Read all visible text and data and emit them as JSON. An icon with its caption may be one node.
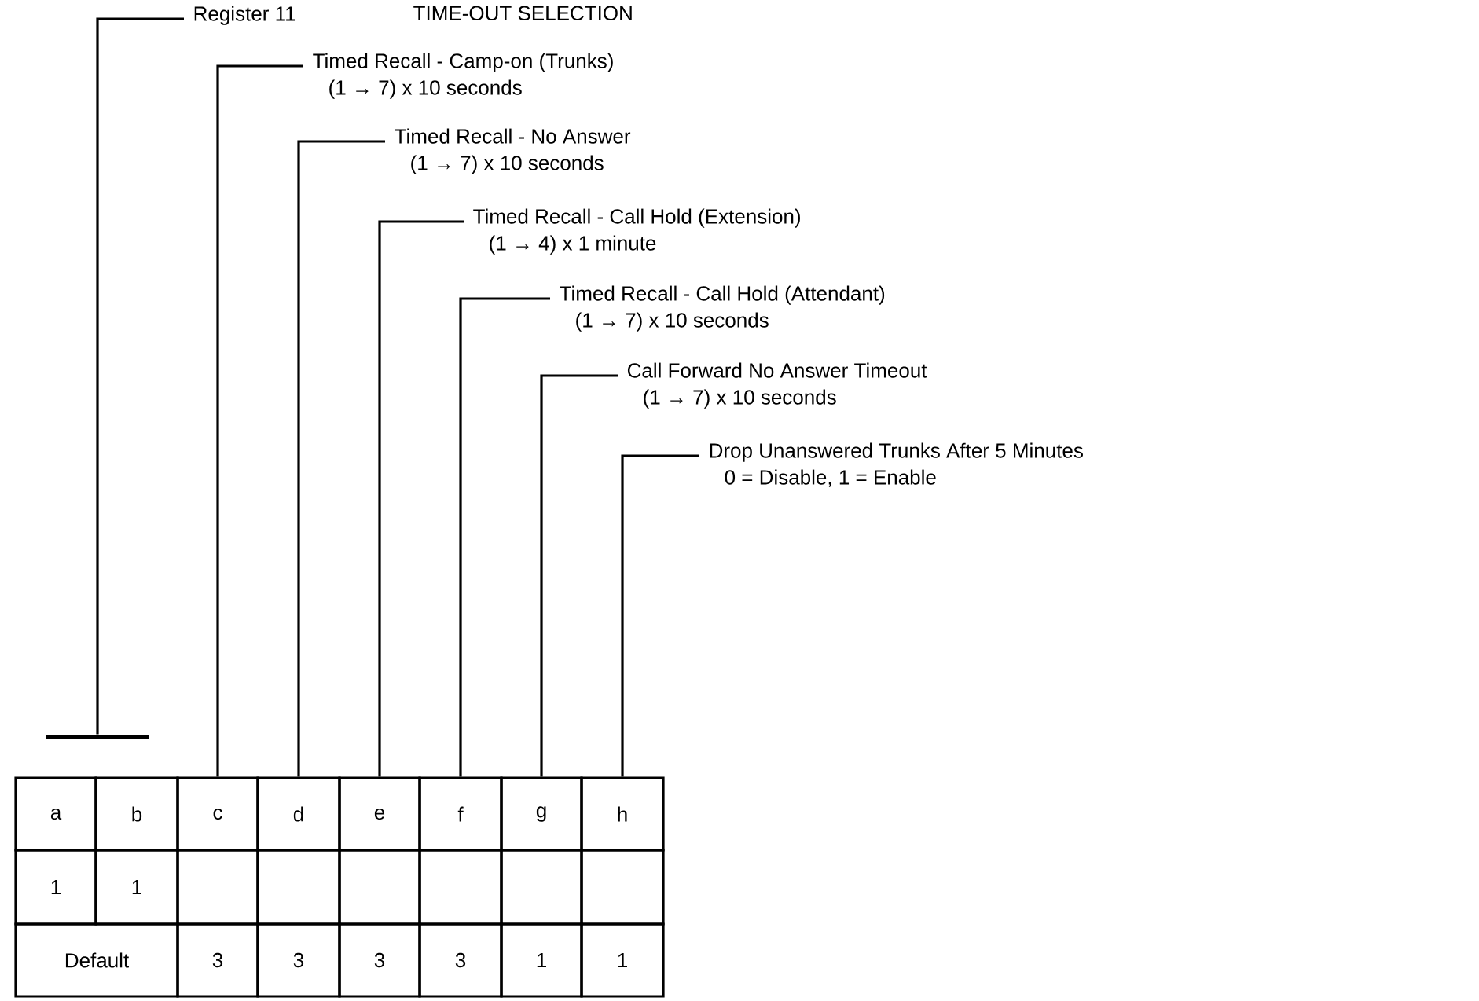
{
  "diagram": {
    "title": "TIME-OUT SELECTION",
    "nodes": [
      {
        "text": [
          "Register 11"
        ]
      },
      {
        "text": [
          "Timed Recall - Camp-on (Trunks)",
          "(1 → 7) x 10 seconds"
        ]
      },
      {
        "text": [
          "Timed Recall - No Answer",
          "(1 → 7) x 10 seconds"
        ]
      },
      {
        "text": [
          "Timed Recall - Call Hold (Extension)",
          "(1 → 4) x 1 minute"
        ]
      },
      {
        "text": [
          "Timed Recall - Call Hold (Attendant)",
          "(1 → 7) x 10 seconds"
        ]
      },
      {
        "text": [
          "Call Forward No Answer Timeout",
          "(1 → 7) x 10 seconds"
        ]
      },
      {
        "text": [
          "Drop Unanswered Trunks After 5 Minutes",
          "0 = Disable, 1 = Enable"
        ]
      },
      {
        "text": [],
        "shape": "bar"
      },
      {
        "text": [
          "a"
        ]
      },
      {
        "text": [
          "b"
        ]
      },
      {
        "text": [
          "c"
        ]
      },
      {
        "text": [
          "d"
        ]
      },
      {
        "text": [
          "e"
        ]
      },
      {
        "text": [
          "f"
        ]
      },
      {
        "text": [
          "g"
        ]
      },
      {
        "text": [
          "h"
        ]
      }
    ],
    "edges": [
      {
        "from": 0,
        "to": 7,
        "arrow": "none"
      },
      {
        "from": 1,
        "to": 10,
        "arrow": "none"
      },
      {
        "from": 2,
        "to": 11,
        "arrow": "none"
      },
      {
        "from": 3,
        "to": 12,
        "arrow": "none"
      },
      {
        "from": 4,
        "to": 13,
        "arrow": "none"
      },
      {
        "from": 5,
        "to": 14,
        "arrow": "none"
      },
      {
        "from": 6,
        "to": 15,
        "arrow": "none"
      }
    ],
    "labels": [
      "1",
      "1",
      "Default",
      "3",
      "3",
      "3",
      "3",
      "1",
      "1"
    ]
  }
}
